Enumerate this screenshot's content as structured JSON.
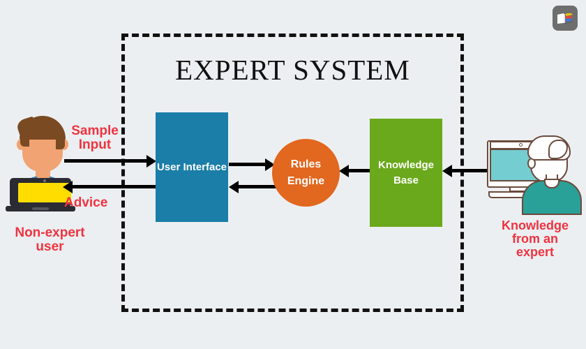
{
  "page": {
    "background_color": "#eceff1",
    "title": "EXPERT SYSTEM"
  },
  "logo": {
    "name": "app-logo",
    "square_color": "#6e6e6e",
    "page_color": "#ffffff",
    "ribbon_colors": [
      "#f2c200",
      "#e8453c",
      "#3b78e7"
    ]
  },
  "boundary": {
    "label": "expert-system-boundary",
    "style": "dashed",
    "color": "#111111"
  },
  "blocks": [
    {
      "id": "user-interface",
      "label": "User\nInterface",
      "color": "#1a7ea8",
      "shape": "rect"
    },
    {
      "id": "rules-engine",
      "label": "Rules\nEngine",
      "color": "#e2671f",
      "shape": "circle"
    },
    {
      "id": "knowledge-base",
      "label": "Knowledge\nBase",
      "color": "#6aa91b",
      "shape": "rect"
    }
  ],
  "captions": {
    "sample_input": "Sample\nInput",
    "advice": "Advice",
    "non_expert_user": "Non-expert\nuser",
    "knowledge_from_expert": "Knowledge\nfrom an\nexpert",
    "color": "#ef3340"
  },
  "arrows": [
    {
      "id": "user-to-ui",
      "from": "non-expert-user",
      "to": "user-interface",
      "direction": "right",
      "label": "Sample Input"
    },
    {
      "id": "ui-to-user",
      "from": "user-interface",
      "to": "non-expert-user",
      "direction": "left",
      "label": "Advice"
    },
    {
      "id": "ui-to-rules",
      "from": "user-interface",
      "to": "rules-engine",
      "direction": "right",
      "label": ""
    },
    {
      "id": "rules-to-ui",
      "from": "rules-engine",
      "to": "user-interface",
      "direction": "left",
      "label": ""
    },
    {
      "id": "kb-to-rules",
      "from": "knowledge-base",
      "to": "rules-engine",
      "direction": "left",
      "label": ""
    },
    {
      "id": "expert-to-kb",
      "from": "expert",
      "to": "knowledge-base",
      "direction": "left",
      "label": "Knowledge from an expert"
    }
  ],
  "figures": {
    "non_expert": {
      "name": "non-expert-user-figure",
      "hair_color": "#7a4a22",
      "skin_color": "#f2a373",
      "shirt_color": "#3d7eb9",
      "laptop_body_color": "#2b2b33",
      "laptop_screen_color": "#ffdd00"
    },
    "expert": {
      "name": "expert-figure",
      "outline_color": "#6b4a3c",
      "sweater_color": "#2aa198",
      "monitor_screen_color": "#74cdd1"
    }
  }
}
